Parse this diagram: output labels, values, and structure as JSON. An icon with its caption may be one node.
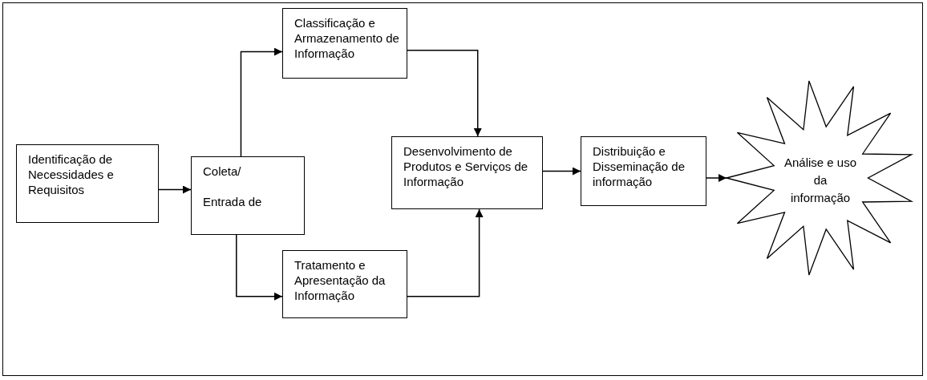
{
  "diagram": {
    "nodes": [
      {
        "text": [
          "Identificação de Necessidades e Requisitos"
        ]
      },
      {
        "text": [
          "Coleta/",
          "Entrada de"
        ]
      },
      {
        "text": [
          "Classificação e Armazenamento de Informação"
        ]
      },
      {
        "text": [
          "Desenvolvimento de Produtos e Serviços de Informação"
        ]
      },
      {
        "text": [
          "Tratamento e Apresentação da Informação"
        ]
      },
      {
        "text": [
          "Distribuição e Disseminação de informação"
        ]
      },
      {
        "text": [
          "Análise e uso da informação"
        ]
      }
    ],
    "edges": [
      {
        "from": 0,
        "to": 1,
        "arrow": "to"
      },
      {
        "from": 1,
        "to": 2,
        "arrow": "to"
      },
      {
        "from": 1,
        "to": 4,
        "arrow": "to"
      },
      {
        "from": 2,
        "to": 3,
        "arrow": "to"
      },
      {
        "from": 4,
        "to": 3,
        "arrow": "to"
      },
      {
        "from": 3,
        "to": 5,
        "arrow": "to"
      },
      {
        "from": 5,
        "to": 6,
        "arrow": "to"
      }
    ]
  }
}
